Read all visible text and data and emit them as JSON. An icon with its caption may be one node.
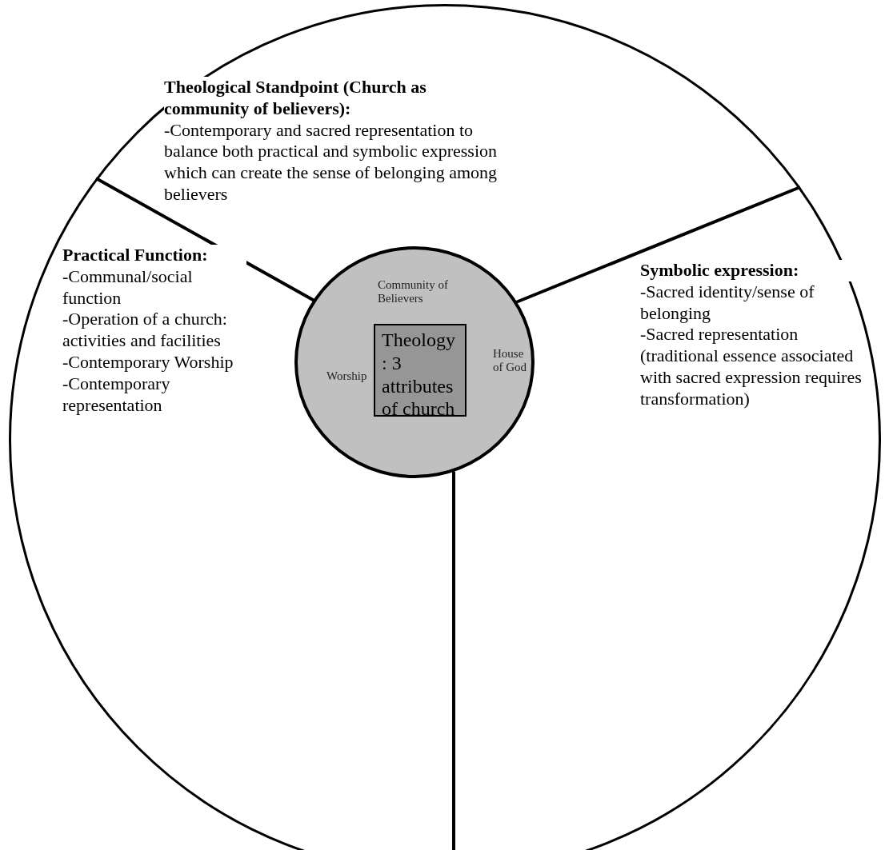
{
  "diagram": {
    "nodes": [
      {
        "text": [],
        "shape": "circle"
      },
      {
        "text": [
          "Community of Believers",
          "Worship",
          "House of God"
        ],
        "in": 0
      },
      {
        "text": [
          "Theology : 3 attributes of church"
        ],
        "in": 1
      }
    ],
    "labels": [
      "Theological Standpoint (Church as community of believers):",
      "-Contemporary and sacred representation to balance both practical and symbolic expression which can create the sense of belonging among believers",
      "Practical Function:",
      "-Communal/social function",
      "-Operation of a church: activities and facilities",
      "-Contemporary Worship",
      "-Contemporary representation",
      "Symbolic expression:",
      "-Sacred identity/sense of belonging",
      "-Sacred representation (traditional essence associated with sacred expression requires transformation)"
    ]
  }
}
